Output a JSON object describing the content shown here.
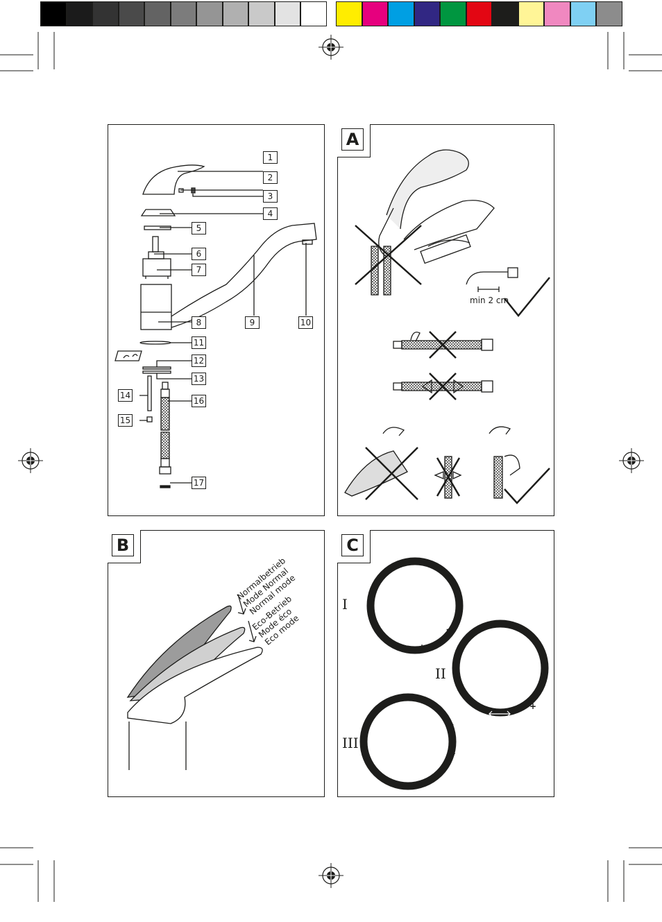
{
  "colors": {
    "gray_bar": [
      "#000000",
      "#1b1b1b",
      "#333333",
      "#4a4a4a",
      "#636363",
      "#7c7c7c",
      "#959595",
      "#b0b0b0",
      "#c9c9c9",
      "#e3e3e3",
      "#ffffff"
    ],
    "cmyk_bar": [
      "#ffed00",
      "#e6007e",
      "#009fe3",
      "#312783",
      "#009640",
      "#e30613",
      "#1d1d1b",
      "#fff597",
      "#f088c0",
      "#7fd0f3",
      "#8c8c8c"
    ]
  },
  "parts_panel": {
    "labels": [
      "1",
      "2",
      "3",
      "4",
      "5",
      "6",
      "7",
      "8",
      "9",
      "10",
      "11",
      "12",
      "13",
      "14",
      "15",
      "16",
      "17"
    ]
  },
  "panel_a": {
    "label": "A",
    "measure_text": "min 2 cm"
  },
  "panel_b": {
    "label": "B",
    "normal_lines": [
      "Normalbetrieb",
      "Mode Normal",
      "Normal mode"
    ],
    "eco_lines": [
      "Eco-Betrieb",
      "Mode éco",
      "Eco mode"
    ]
  },
  "panel_c": {
    "label": "C",
    "ring_labels": [
      "I",
      "II",
      "III"
    ],
    "plus": "+",
    "minus": "-"
  }
}
